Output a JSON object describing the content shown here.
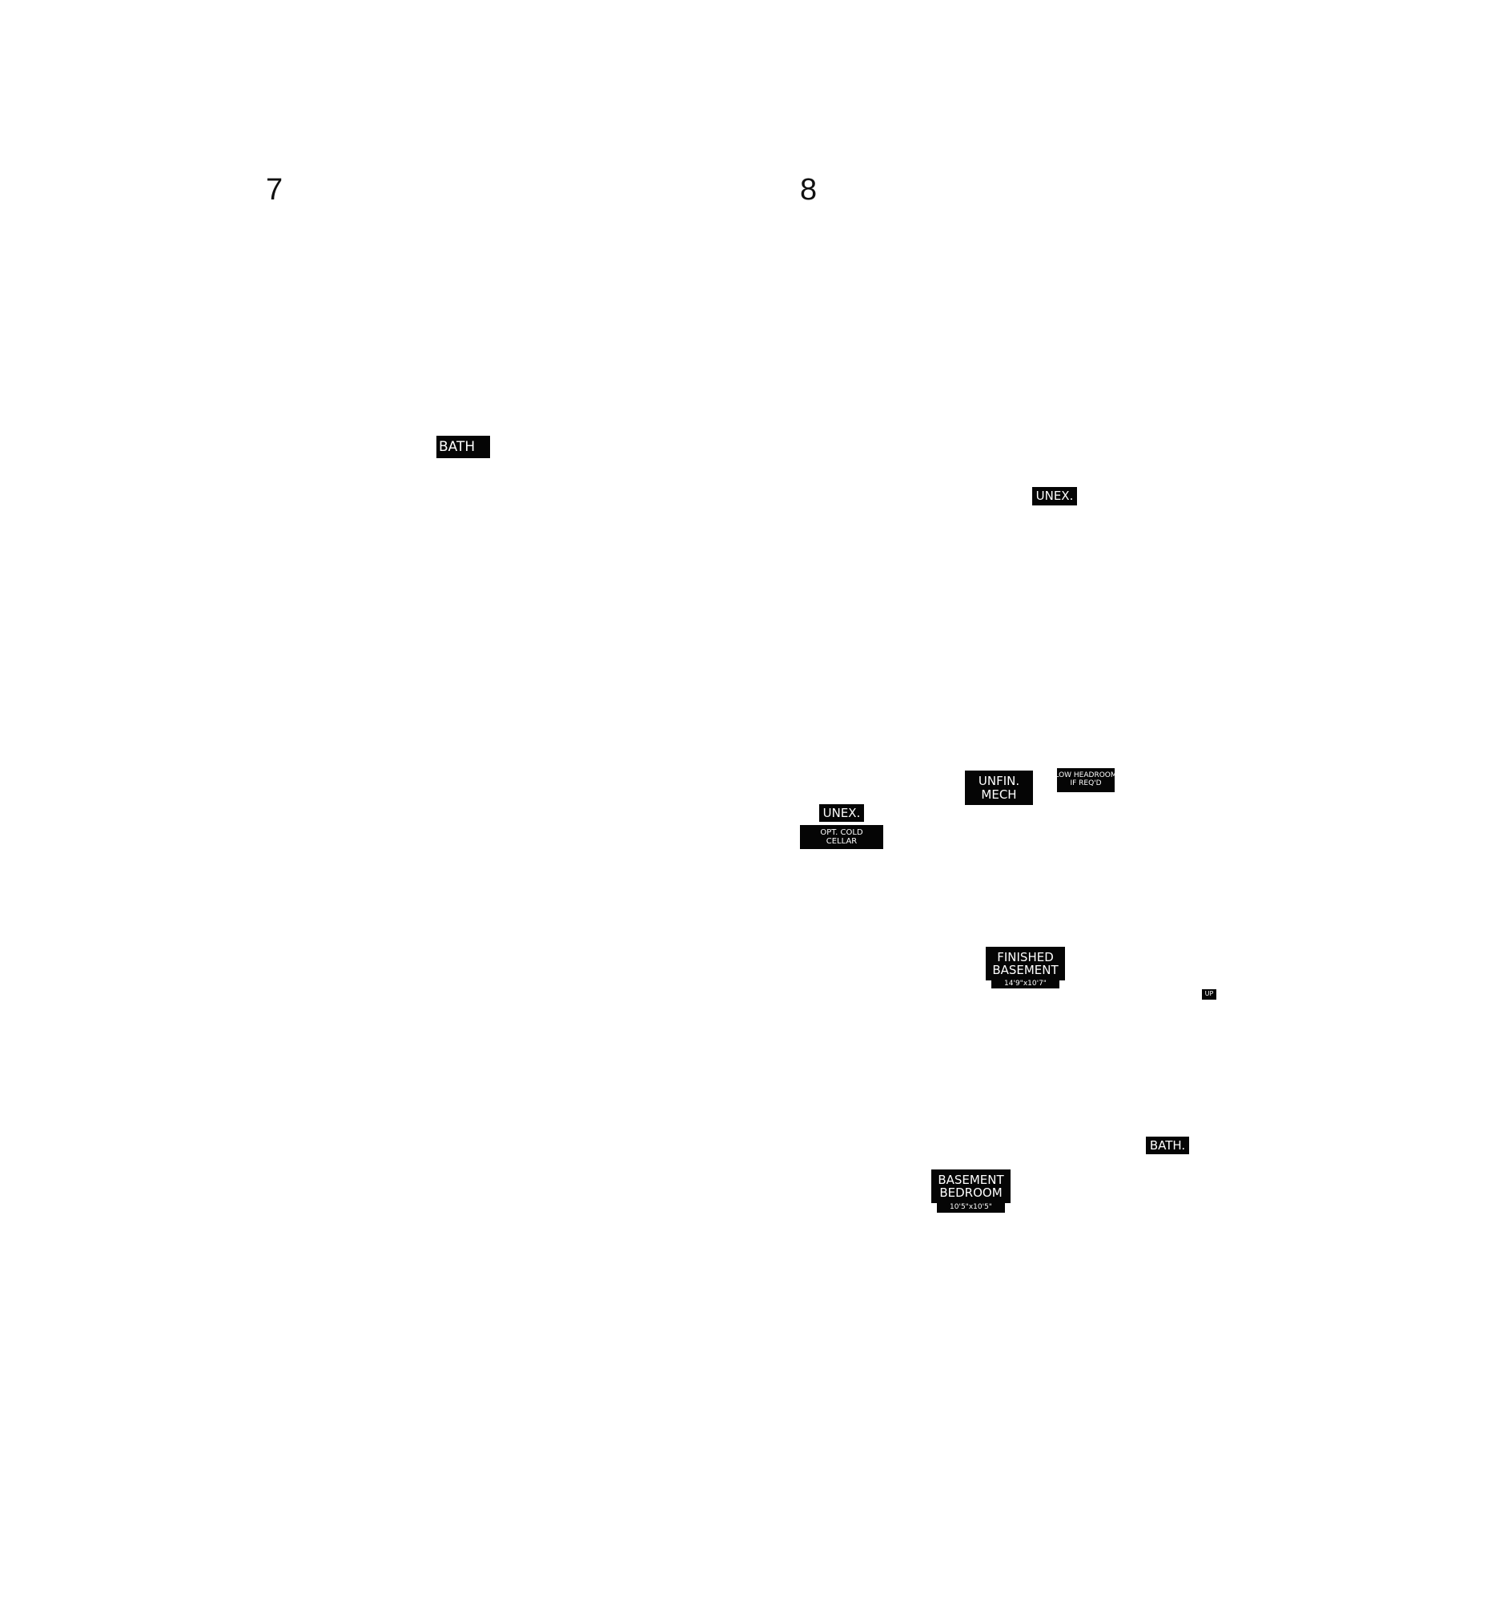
{
  "pages": [
    {
      "number": "7"
    },
    {
      "number": "8"
    }
  ],
  "plan_left": {
    "rooms": {
      "bath": "BATH"
    }
  },
  "plan_right": {
    "rooms": {
      "unex_top": "UNEX.",
      "unfin_mech": {
        "line1": "UNFIN.",
        "line2": "MECH"
      },
      "low_headroom": {
        "line1": "LOW HEADROOM",
        "line2": "IF REQ'D"
      },
      "unex_lower": "UNEX.",
      "opt_cold_cellar": {
        "line1": "OPT. COLD",
        "line2": "CELLAR"
      },
      "finished_basement": {
        "line1": "FINISHED",
        "line2": "BASEMENT",
        "dimensions": "14'9\"x10'7\""
      },
      "stair_up": "UP",
      "bath": "BATH.",
      "basement_bedroom": {
        "line1": "BASEMENT",
        "line2": "BEDROOM",
        "dimensions": "10'5\"x10'5\""
      }
    }
  },
  "colors": {
    "label_background": "#050505",
    "label_text": "#ffffff",
    "page_background": "#ffffff"
  }
}
